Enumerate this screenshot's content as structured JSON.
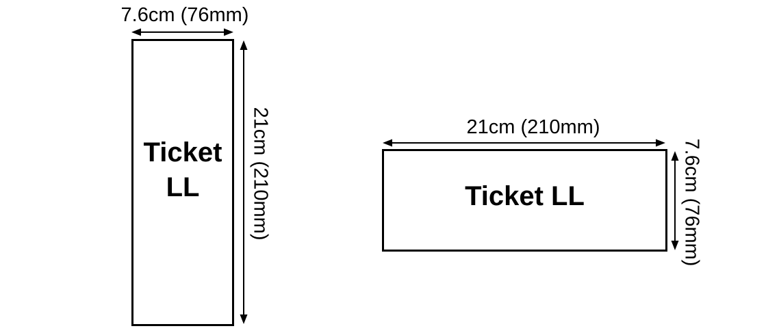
{
  "colors": {
    "background": "#ffffff",
    "line": "#000000",
    "text": "#000000"
  },
  "icons": {
    "horizontal_double_arrow": "↔",
    "vertical_double_arrow": "↕"
  },
  "figures": {
    "portrait": {
      "name": "Ticket LL",
      "width_label": "7.6cm (76mm)",
      "height_label": "21cm (210mm)"
    },
    "landscape": {
      "name": "Ticket LL",
      "width_label": "21cm (210mm)",
      "height_label": "7.6cm (76mm)"
    }
  }
}
